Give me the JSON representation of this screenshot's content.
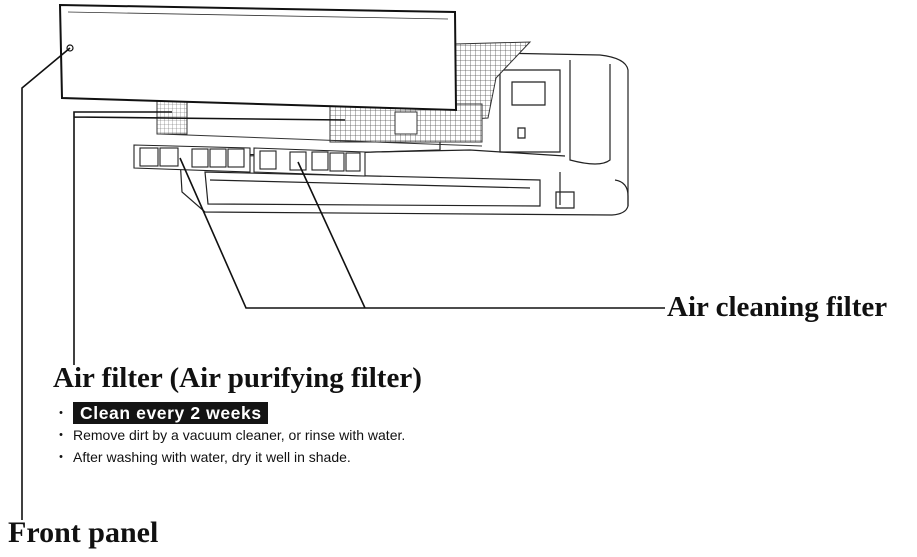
{
  "labels": {
    "air_cleaning_filter": "Air cleaning filter",
    "air_filter": "Air filter (Air purifying filter)",
    "front_panel": "Front panel"
  },
  "notes": {
    "bullet": "・",
    "items": [
      "Clean every 2 weeks",
      "Remove dirt by a vacuum cleaner, or rinse with water.",
      "After washing with water, dry it well in shade."
    ]
  },
  "colors": {
    "ink": "#111111",
    "highlight_background": "#141414",
    "highlight_text": "#ffffff",
    "background": "#ffffff"
  }
}
